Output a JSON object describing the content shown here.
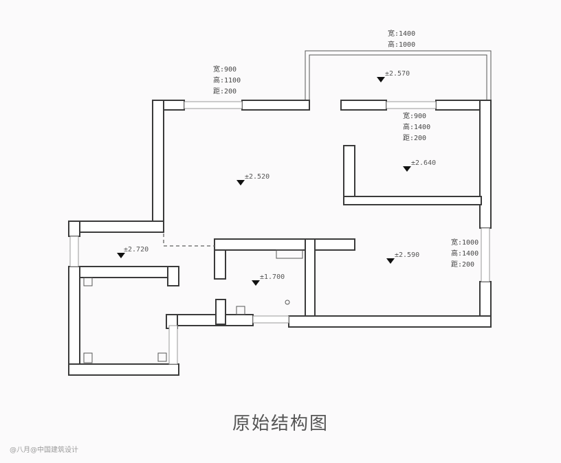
{
  "title": "原始结构图",
  "watermark": "@八月@中国建筑设计",
  "annotations": {
    "window_top_right": [
      "宽:1400",
      "高:1000"
    ],
    "window_top_left": [
      "宽:900",
      "高:1100",
      "距:200"
    ],
    "window_bedroom": [
      "宽:900",
      "高:1400",
      "距:200"
    ],
    "window_right": [
      "宽:1000",
      "高:1400",
      "距:200"
    ]
  },
  "elevations": {
    "balcony": "±2.570",
    "living": "±2.520",
    "bedroom_top": "±2.640",
    "entry": "±2.720",
    "bath": "±1.700",
    "bedroom_right": "±2.590"
  }
}
